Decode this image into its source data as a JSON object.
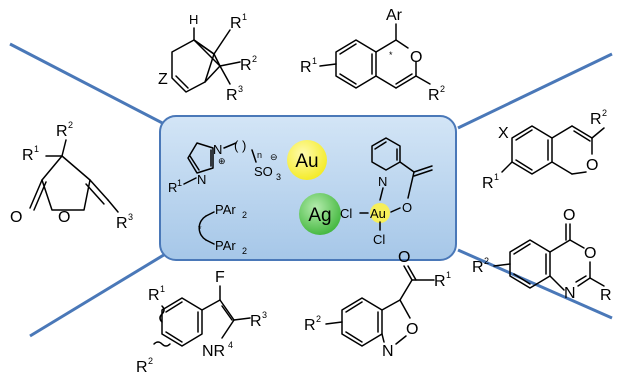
{
  "center": {
    "au_label": "Au",
    "ag_label": "Ag",
    "au_color": "#f3ea20",
    "ag_color": "#3fb53a",
    "box_color": "#b9d5ee",
    "line_color": "#4a78b8"
  },
  "imidazolium": {
    "r1": "R",
    "r1_sup": "1",
    "n_top": "N",
    "n_bottom": "N",
    "plus": "⊕",
    "chain": "( )",
    "n_sub": "n",
    "so3": "SO",
    "so3_sub": "3",
    "minus": "⊖"
  },
  "phosphine": {
    "top": "PAr",
    "top_sub": "2",
    "bottom": "PAr",
    "bottom_sub": "2",
    "star": "*"
  },
  "au_complex": {
    "n": "N",
    "o": "O",
    "au": "Au",
    "cl1": "Cl",
    "cl2": "Cl"
  },
  "products": {
    "bicyclo": {
      "h": "H",
      "r1": "R",
      "r1_sup": "1",
      "r2": "R",
      "r2_sup": "2",
      "r3": "R",
      "r3_sup": "3",
      "z": "Z"
    },
    "isochromene": {
      "ar": "Ar",
      "star": "*",
      "o": "O",
      "r1": "R",
      "r1_sup": "1",
      "r2": "R",
      "r2_sup": "2"
    },
    "lactone": {
      "r1": "R",
      "r1_sup": "1",
      "r2": "R",
      "r2_sup": "2",
      "r3": "R",
      "r3_sup": "3",
      "o_ring": "O",
      "o_carbonyl": "O"
    },
    "isochromene2": {
      "x": "X",
      "o": "O",
      "r1": "R",
      "r1_sup": "1",
      "r2": "R",
      "r2_sup": "2"
    },
    "benzoxazinone": {
      "o_top": "O",
      "o_ring": "O",
      "n": "N",
      "r": "R",
      "r2": "R",
      "r2_sup": "2"
    },
    "fluoroindole": {
      "f": "F",
      "r1": "R",
      "r1_sup": "1",
      "r2": "R",
      "r2_sup": "2",
      "r3": "R",
      "r3_sup": "3",
      "nr4": "NR",
      "nr4_sup": "4"
    },
    "benzisoxazole": {
      "o_top": "O",
      "r1": "R",
      "r1_sup": "1",
      "r2": "R",
      "r2_sup": "2",
      "o_ring": "O",
      "n": "N"
    }
  }
}
